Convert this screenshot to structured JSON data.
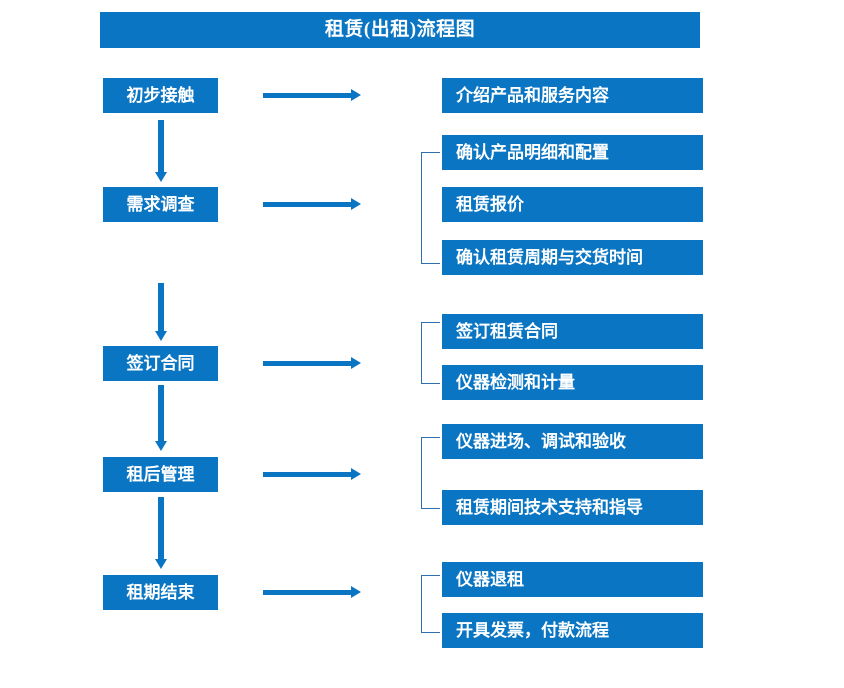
{
  "title": "租赁(出租)流程图",
  "colors": {
    "box_fill": "#0a75c2",
    "box_text": "#ffffff",
    "arrow": "#0a75c2",
    "bracket": "#2f6fae",
    "background": "#ffffff"
  },
  "stages": [
    {
      "id": "stage-1",
      "label": "初步接触"
    },
    {
      "id": "stage-2",
      "label": "需求调查"
    },
    {
      "id": "stage-3",
      "label": "签订合同"
    },
    {
      "id": "stage-4",
      "label": "租后管理"
    },
    {
      "id": "stage-5",
      "label": "租期结束"
    }
  ],
  "details": [
    {
      "id": "detail-1-1",
      "label": "介绍产品和服务内容"
    },
    {
      "id": "detail-2-1",
      "label": "确认产品明细和配置"
    },
    {
      "id": "detail-2-2",
      "label": "租赁报价"
    },
    {
      "id": "detail-2-3",
      "label": "确认租赁周期与交货时间"
    },
    {
      "id": "detail-3-1",
      "label": "签订租赁合同"
    },
    {
      "id": "detail-3-2",
      "label": "仪器检测和计量"
    },
    {
      "id": "detail-4-1",
      "label": "仪器进场、调试和验收"
    },
    {
      "id": "detail-4-2",
      "label": "租赁期间技术支持和指导"
    },
    {
      "id": "detail-5-1",
      "label": "仪器退租"
    },
    {
      "id": "detail-5-2",
      "label": "开具发票，付款流程"
    }
  ],
  "icons": {
    "down_arrow": "down-arrow-icon",
    "right_arrow": "right-arrow-icon",
    "group_bracket": "group-bracket-icon"
  }
}
